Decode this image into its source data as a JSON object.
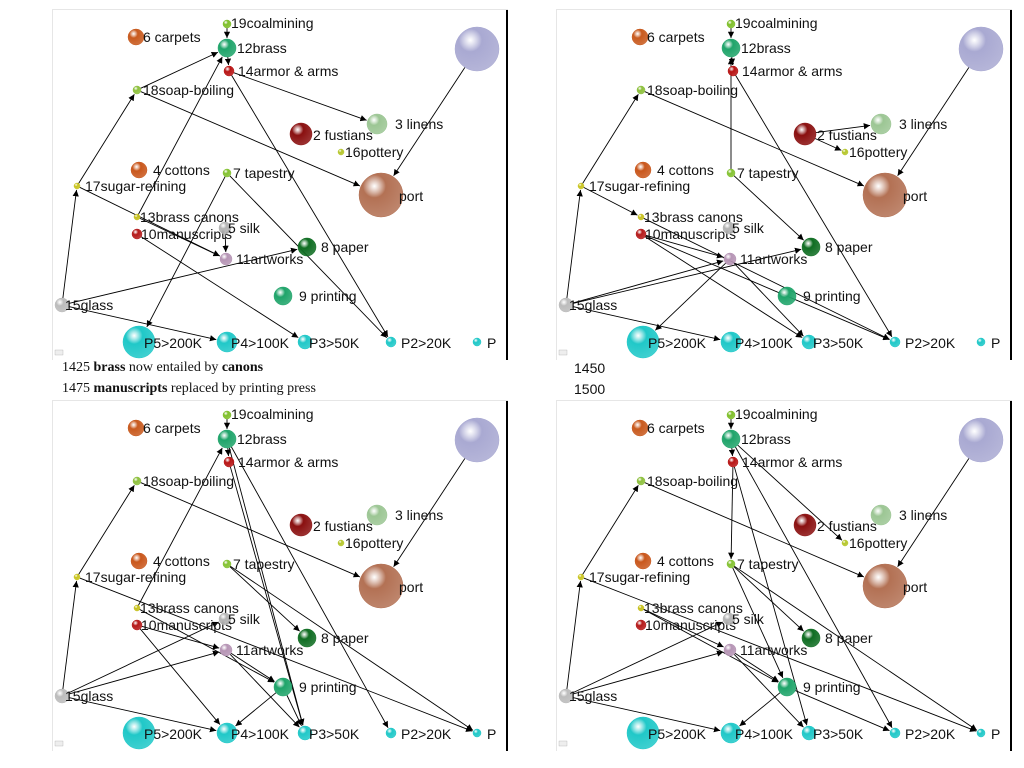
{
  "panels": [
    {
      "id": "panel-1425",
      "edges": [
        [
          19,
          12
        ],
        [
          12,
          14
        ],
        [
          14,
          3
        ],
        [
          18,
          12
        ],
        [
          18,
          "port"
        ],
        [
          17,
          18
        ],
        [
          17,
          11
        ],
        [
          15,
          17
        ],
        [
          15,
          8
        ],
        [
          15,
          "P4"
        ],
        [
          13,
          12
        ],
        [
          13,
          11
        ],
        [
          10,
          "P3"
        ],
        [
          7,
          "P2"
        ],
        [
          7,
          "P5"
        ],
        [
          5,
          11
        ],
        [
          1,
          "port"
        ],
        [
          14,
          "P2"
        ]
      ]
    },
    {
      "id": "panel-1450",
      "edges": [
        [
          19,
          12
        ],
        [
          12,
          14
        ],
        [
          14,
          "P2"
        ],
        [
          7,
          12
        ],
        [
          7,
          8
        ],
        [
          2,
          3
        ],
        [
          2,
          16
        ],
        [
          18,
          "port"
        ],
        [
          17,
          18
        ],
        [
          17,
          13
        ],
        [
          15,
          17
        ],
        [
          15,
          11
        ],
        [
          15,
          8
        ],
        [
          15,
          "P4"
        ],
        [
          10,
          11
        ],
        [
          10,
          "P3"
        ],
        [
          10,
          "P2"
        ],
        [
          13,
          "P2"
        ],
        [
          11,
          "P5"
        ],
        [
          11,
          "P3"
        ],
        [
          1,
          "port"
        ]
      ]
    },
    {
      "id": "panel-1475",
      "edges": [
        [
          19,
          12
        ],
        [
          12,
          14
        ],
        [
          12,
          "P3"
        ],
        [
          12,
          "P2"
        ],
        [
          14,
          "P3"
        ],
        [
          18,
          "port"
        ],
        [
          17,
          18
        ],
        [
          17,
          "P"
        ],
        [
          15,
          17
        ],
        [
          15,
          11
        ],
        [
          15,
          5
        ],
        [
          15,
          "P4"
        ],
        [
          13,
          12
        ],
        [
          13,
          9
        ],
        [
          11,
          9
        ],
        [
          11,
          "P3"
        ],
        [
          7,
          8
        ],
        [
          7,
          "P"
        ],
        [
          10,
          11
        ],
        [
          10,
          "P4"
        ],
        [
          9,
          "P4"
        ],
        [
          9,
          "P3"
        ],
        [
          1,
          "port"
        ]
      ]
    },
    {
      "id": "panel-1500",
      "edges": [
        [
          19,
          12
        ],
        [
          12,
          14
        ],
        [
          12,
          16
        ],
        [
          12,
          "P2"
        ],
        [
          14,
          "P3"
        ],
        [
          14,
          7
        ],
        [
          18,
          "port"
        ],
        [
          17,
          18
        ],
        [
          17,
          "P"
        ],
        [
          15,
          17
        ],
        [
          15,
          11
        ],
        [
          15,
          5
        ],
        [
          15,
          "P4"
        ],
        [
          7,
          8
        ],
        [
          7,
          9
        ],
        [
          7,
          "P"
        ],
        [
          11,
          9
        ],
        [
          11,
          "P3"
        ],
        [
          13,
          11
        ],
        [
          13,
          9
        ],
        [
          9,
          "P4"
        ],
        [
          9,
          "P2"
        ],
        [
          1,
          "port"
        ]
      ]
    }
  ],
  "nodes": [
    {
      "key": 1,
      "label": "",
      "color": "#a9a9d2"
    },
    {
      "key": 19,
      "label": "19coalmining",
      "color": "#7fbf2a"
    },
    {
      "key": 6,
      "label": "6 carpets",
      "color": "#c85a1e"
    },
    {
      "key": 12,
      "label": "12brass",
      "color": "#1fa46a"
    },
    {
      "key": 14,
      "label": "14armor & arms",
      "color": "#b81414"
    },
    {
      "key": 18,
      "label": "18soap-boiling",
      "color": "#8dc03c"
    },
    {
      "key": 2,
      "label": "2 fustians",
      "color": "#8a1010"
    },
    {
      "key": 3,
      "label": "3 linens",
      "color": "#9cc694"
    },
    {
      "key": 16,
      "label": "16pottery",
      "color": "#b5c62a"
    },
    {
      "key": 4,
      "label": "4 cottons",
      "color": "#c9571c"
    },
    {
      "key": 7,
      "label": "7 tapestry",
      "color": "#84c232"
    },
    {
      "key": "port",
      "label": "port",
      "color": "#b37154"
    },
    {
      "key": 17,
      "label": "17sugar-refining",
      "color": "#c9c41f"
    },
    {
      "key": 13,
      "label": "13brass canons",
      "color": "#c6c01c"
    },
    {
      "key": 10,
      "label": "10manuscripts",
      "color": "#b51b1b"
    },
    {
      "key": 5,
      "label": "5 silk",
      "color": "#b3b3b3"
    },
    {
      "key": 11,
      "label": "11artworks",
      "color": "#b695b5"
    },
    {
      "key": 8,
      "label": "8 paper",
      "color": "#0f6d22"
    },
    {
      "key": 9,
      "label": "9 printing",
      "color": "#1fa46a"
    },
    {
      "key": 15,
      "label": "15glass",
      "color": "#bcbcbc"
    },
    {
      "key": "P5",
      "label": "P5>200K",
      "color": "#20c8c8"
    },
    {
      "key": "P4",
      "label": "P4>100K",
      "color": "#20c8c8"
    },
    {
      "key": "P3",
      "label": "P3>50K",
      "color": "#20c8c8"
    },
    {
      "key": "P2",
      "label": "P2>20K",
      "color": "#20c8c8"
    },
    {
      "key": "P",
      "label": "P",
      "color": "#20c8c8"
    }
  ],
  "captions": {
    "c1425": {
      "year": "1425",
      "w1": "brass",
      "mid": " now entailed by ",
      "w2": "canons"
    },
    "c1475": {
      "year": "1475",
      "w1": "manuscripts",
      "mid": " replaced by printing press"
    },
    "c1450": "1450",
    "c1500": "1500"
  }
}
